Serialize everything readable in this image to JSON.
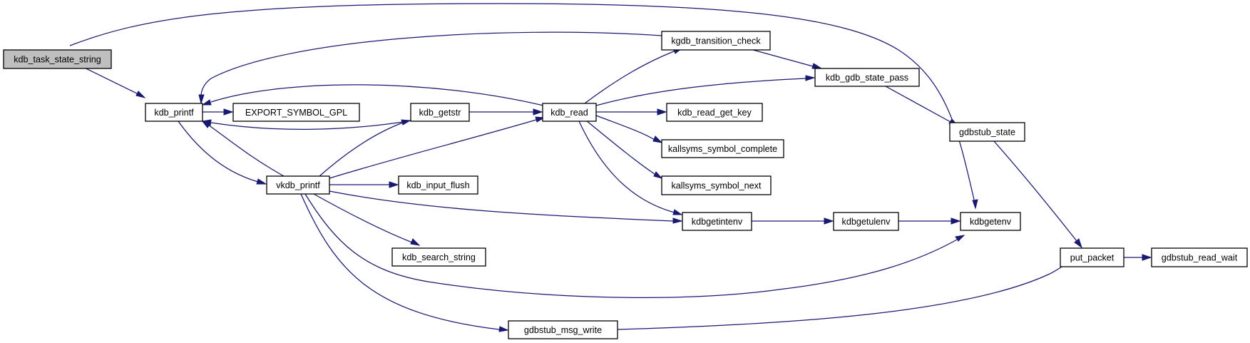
{
  "colors": {
    "edge": "#191970",
    "node_fill": "#ffffff",
    "root_fill": "#bfbfbf",
    "node_border": "#000000"
  },
  "nodes": {
    "kdb_task_state_string": {
      "label": "kdb_task_state_string"
    },
    "kdb_printf": {
      "label": "kdb_printf"
    },
    "export_symbol_gpl": {
      "label": "EXPORT_SYMBOL_GPL"
    },
    "vkdb_printf": {
      "label": "vkdb_printf"
    },
    "kdb_getstr": {
      "label": "kdb_getstr"
    },
    "kdb_read": {
      "label": "kdb_read"
    },
    "kdb_input_flush": {
      "label": "kdb_input_flush"
    },
    "kdb_search_string": {
      "label": "kdb_search_string"
    },
    "gdbstub_msg_write": {
      "label": "gdbstub_msg_write"
    },
    "kgdb_transition_check": {
      "label": "kgdb_transition_check"
    },
    "kdb_gdb_state_pass": {
      "label": "kdb_gdb_state_pass"
    },
    "kdb_read_get_key": {
      "label": "kdb_read_get_key"
    },
    "kallsyms_symbol_complete": {
      "label": "kallsyms_symbol_complete"
    },
    "kallsyms_symbol_next": {
      "label": "kallsyms_symbol_next"
    },
    "kdbgetintenv": {
      "label": "kdbgetintenv"
    },
    "kdbgetulenv": {
      "label": "kdbgetulenv"
    },
    "kdbgetenv": {
      "label": "kdbgetenv"
    },
    "gdbstub_state": {
      "label": "gdbstub_state"
    },
    "put_packet": {
      "label": "put_packet"
    },
    "gdbstub_read_wait": {
      "label": "gdbstub_read_wait"
    }
  }
}
